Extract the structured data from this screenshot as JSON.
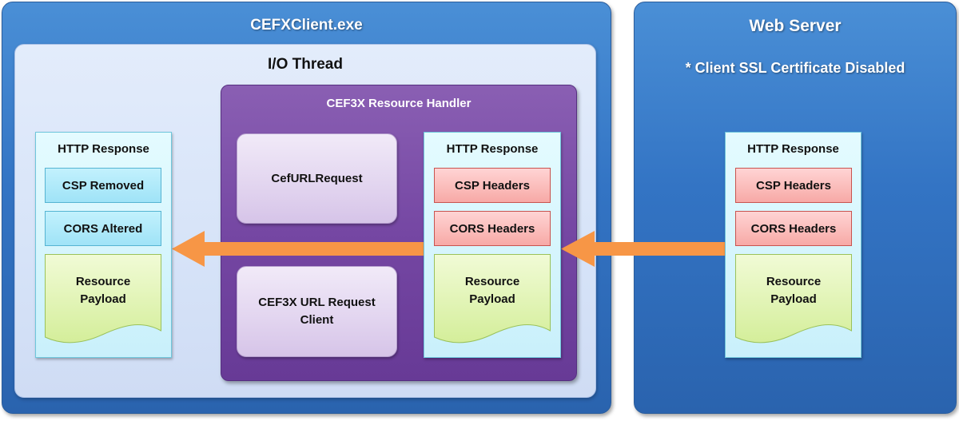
{
  "client_panel": {
    "title": "CEFXClient.exe",
    "io_thread": {
      "title": "I/O Thread",
      "left_response": {
        "title": "HTTP Response",
        "csp": "CSP Removed",
        "cors": "CORS Altered",
        "payload_line1": "Resource",
        "payload_line2": "Payload"
      },
      "resource_handler": {
        "title": "CEF3X Resource Handler",
        "url_request": "CefURLRequest",
        "url_request_client_line1": "CEF3X URL Request",
        "url_request_client_line2": "Client",
        "response": {
          "title": "HTTP Response",
          "csp": "CSP Headers",
          "cors": "CORS Headers",
          "payload_line1": "Resource",
          "payload_line2": "Payload"
        }
      }
    }
  },
  "server_panel": {
    "title": "Web Server",
    "note": "* Client SSL Certificate Disabled",
    "response": {
      "title": "HTTP Response",
      "csp": "CSP Headers",
      "cors": "CORS Headers",
      "payload_line1": "Resource",
      "payload_line2": "Payload"
    }
  },
  "colors": {
    "panel_blue": "#3374c4",
    "io_thread_bg": "#d6e3f8",
    "handler_purple": "#7547a3",
    "arrow_orange": "#f79646",
    "header_red": "#f7a9a6",
    "removed_cyan": "#9fe3f7",
    "payload_green": "#dbf0a8"
  }
}
